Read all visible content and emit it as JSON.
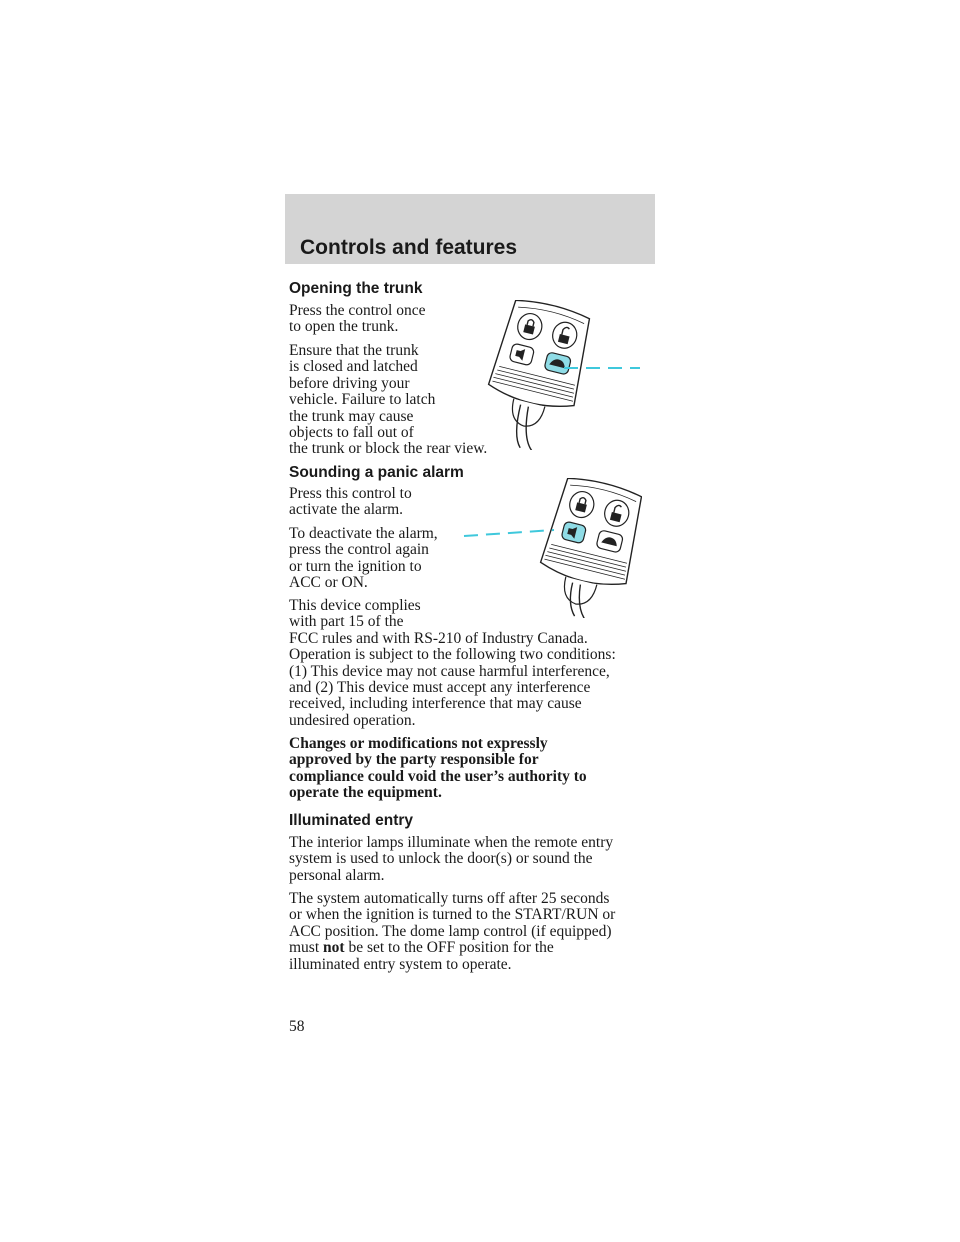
{
  "header": {
    "title": "Controls and features"
  },
  "trunk": {
    "heading": "Opening the trunk",
    "p1": [
      "Press the control once",
      "to open the trunk."
    ],
    "p2": [
      "Ensure that the trunk",
      "is closed and latched",
      "before driving your",
      "vehicle. Failure to latch",
      "the trunk may cause",
      "objects to fall out of",
      "the trunk or block the rear view."
    ]
  },
  "panic": {
    "heading": "Sounding a panic alarm",
    "p1": [
      "Press this control to",
      "activate the alarm."
    ],
    "p2": [
      "To deactivate the alarm,",
      "press the control again",
      "or turn the ignition to",
      "ACC or ON."
    ],
    "p3": [
      "This device complies",
      "with part 15 of the",
      "FCC rules and with RS-210 of Industry Canada.",
      "Operation is subject to the following two conditions:",
      "(1) This device may not cause harmful interference,",
      "and (2) This device must accept any interference",
      "received, including interference that may cause",
      "undesired operation."
    ],
    "warning": [
      "Changes or modifications not expressly",
      "approved by the party responsible for",
      "compliance could void the user’s authority to",
      "operate the equipment."
    ]
  },
  "illuminated": {
    "heading": "Illuminated entry",
    "p1": [
      "The interior lamps illuminate when the remote entry",
      "system is used to unlock the door(s) or sound the",
      "personal alarm."
    ],
    "p2_l1": "The system automatically turns off after 25 seconds",
    "p2_l2": "or when the ignition is turned to the START/RUN or",
    "p2_l3": "ACC position. The dome lamp control (if equipped)",
    "p2_must": "must",
    "p2_not": "not",
    "p2_rest": "be set to the OFF position for the",
    "p2_l5": "illuminated entry system to operate."
  },
  "page_number": "58",
  "colors": {
    "header_band": "#d4d4d4",
    "callout": "#3fc8dc",
    "highlight": "#8fdce6"
  }
}
